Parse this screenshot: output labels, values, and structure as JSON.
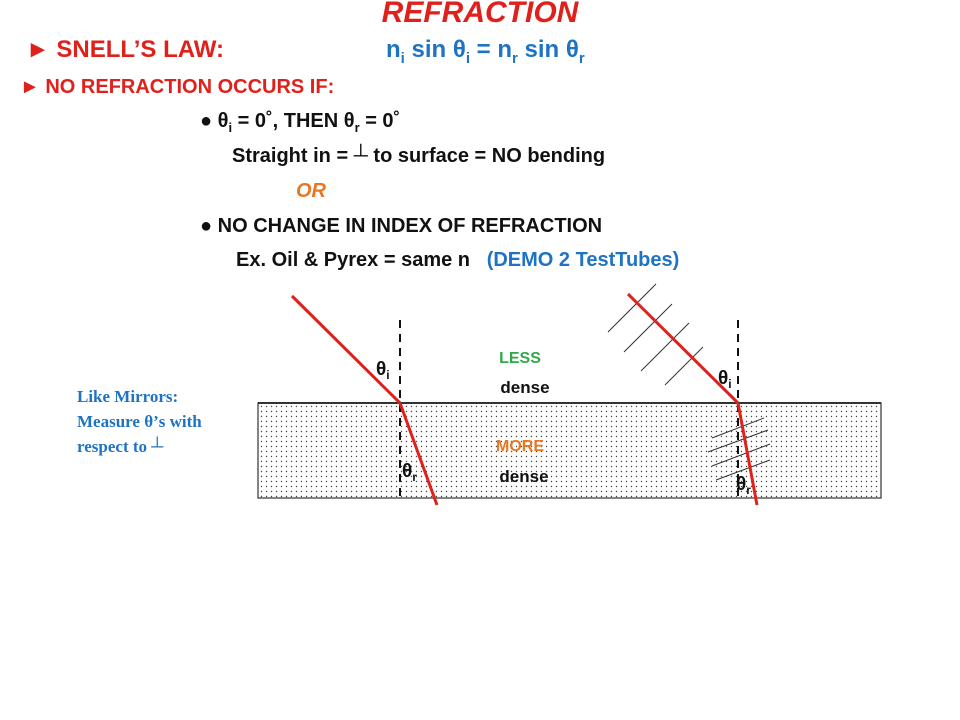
{
  "title": "REFRACTION",
  "snell": {
    "label": "► SNELL’S LAW:",
    "n1": "n",
    "sub_i1": "i",
    "sin1": " sin θ",
    "sub_i2": "i",
    "eq": " = n",
    "sub_r1": "r",
    "sin2": " sin θ",
    "sub_r2": "r"
  },
  "no_refraction": {
    "heading": "► NO REFRACTION OCCURS IF:",
    "bullet1": {
      "pre": "● θ",
      "sub1": "i",
      "mid": " = 0˚, THEN θ",
      "sub2": "r",
      "post": " = 0˚"
    },
    "straight_line": "Straight in = ┴ to surface = NO bending",
    "or": "OR",
    "bullet2": "● NO CHANGE IN INDEX OF REFRACTION",
    "example": "Ex. Oil & Pyrex = same n",
    "demo": "(DEMO 2 TestTubes)"
  },
  "side_note": "Like Mirrors: Measure θ’s with respect to ┴",
  "diagram": {
    "less_label": "LESS",
    "less_dense": "dense",
    "more_label": "MORE",
    "more_dense": "dense",
    "theta": "θ",
    "sub_i": "i",
    "sub_r": "r",
    "colors": {
      "ray": "#e0201b",
      "less": "#2ea84a",
      "more": "#e87722",
      "text": "#111111",
      "blue": "#1e73c4"
    }
  }
}
